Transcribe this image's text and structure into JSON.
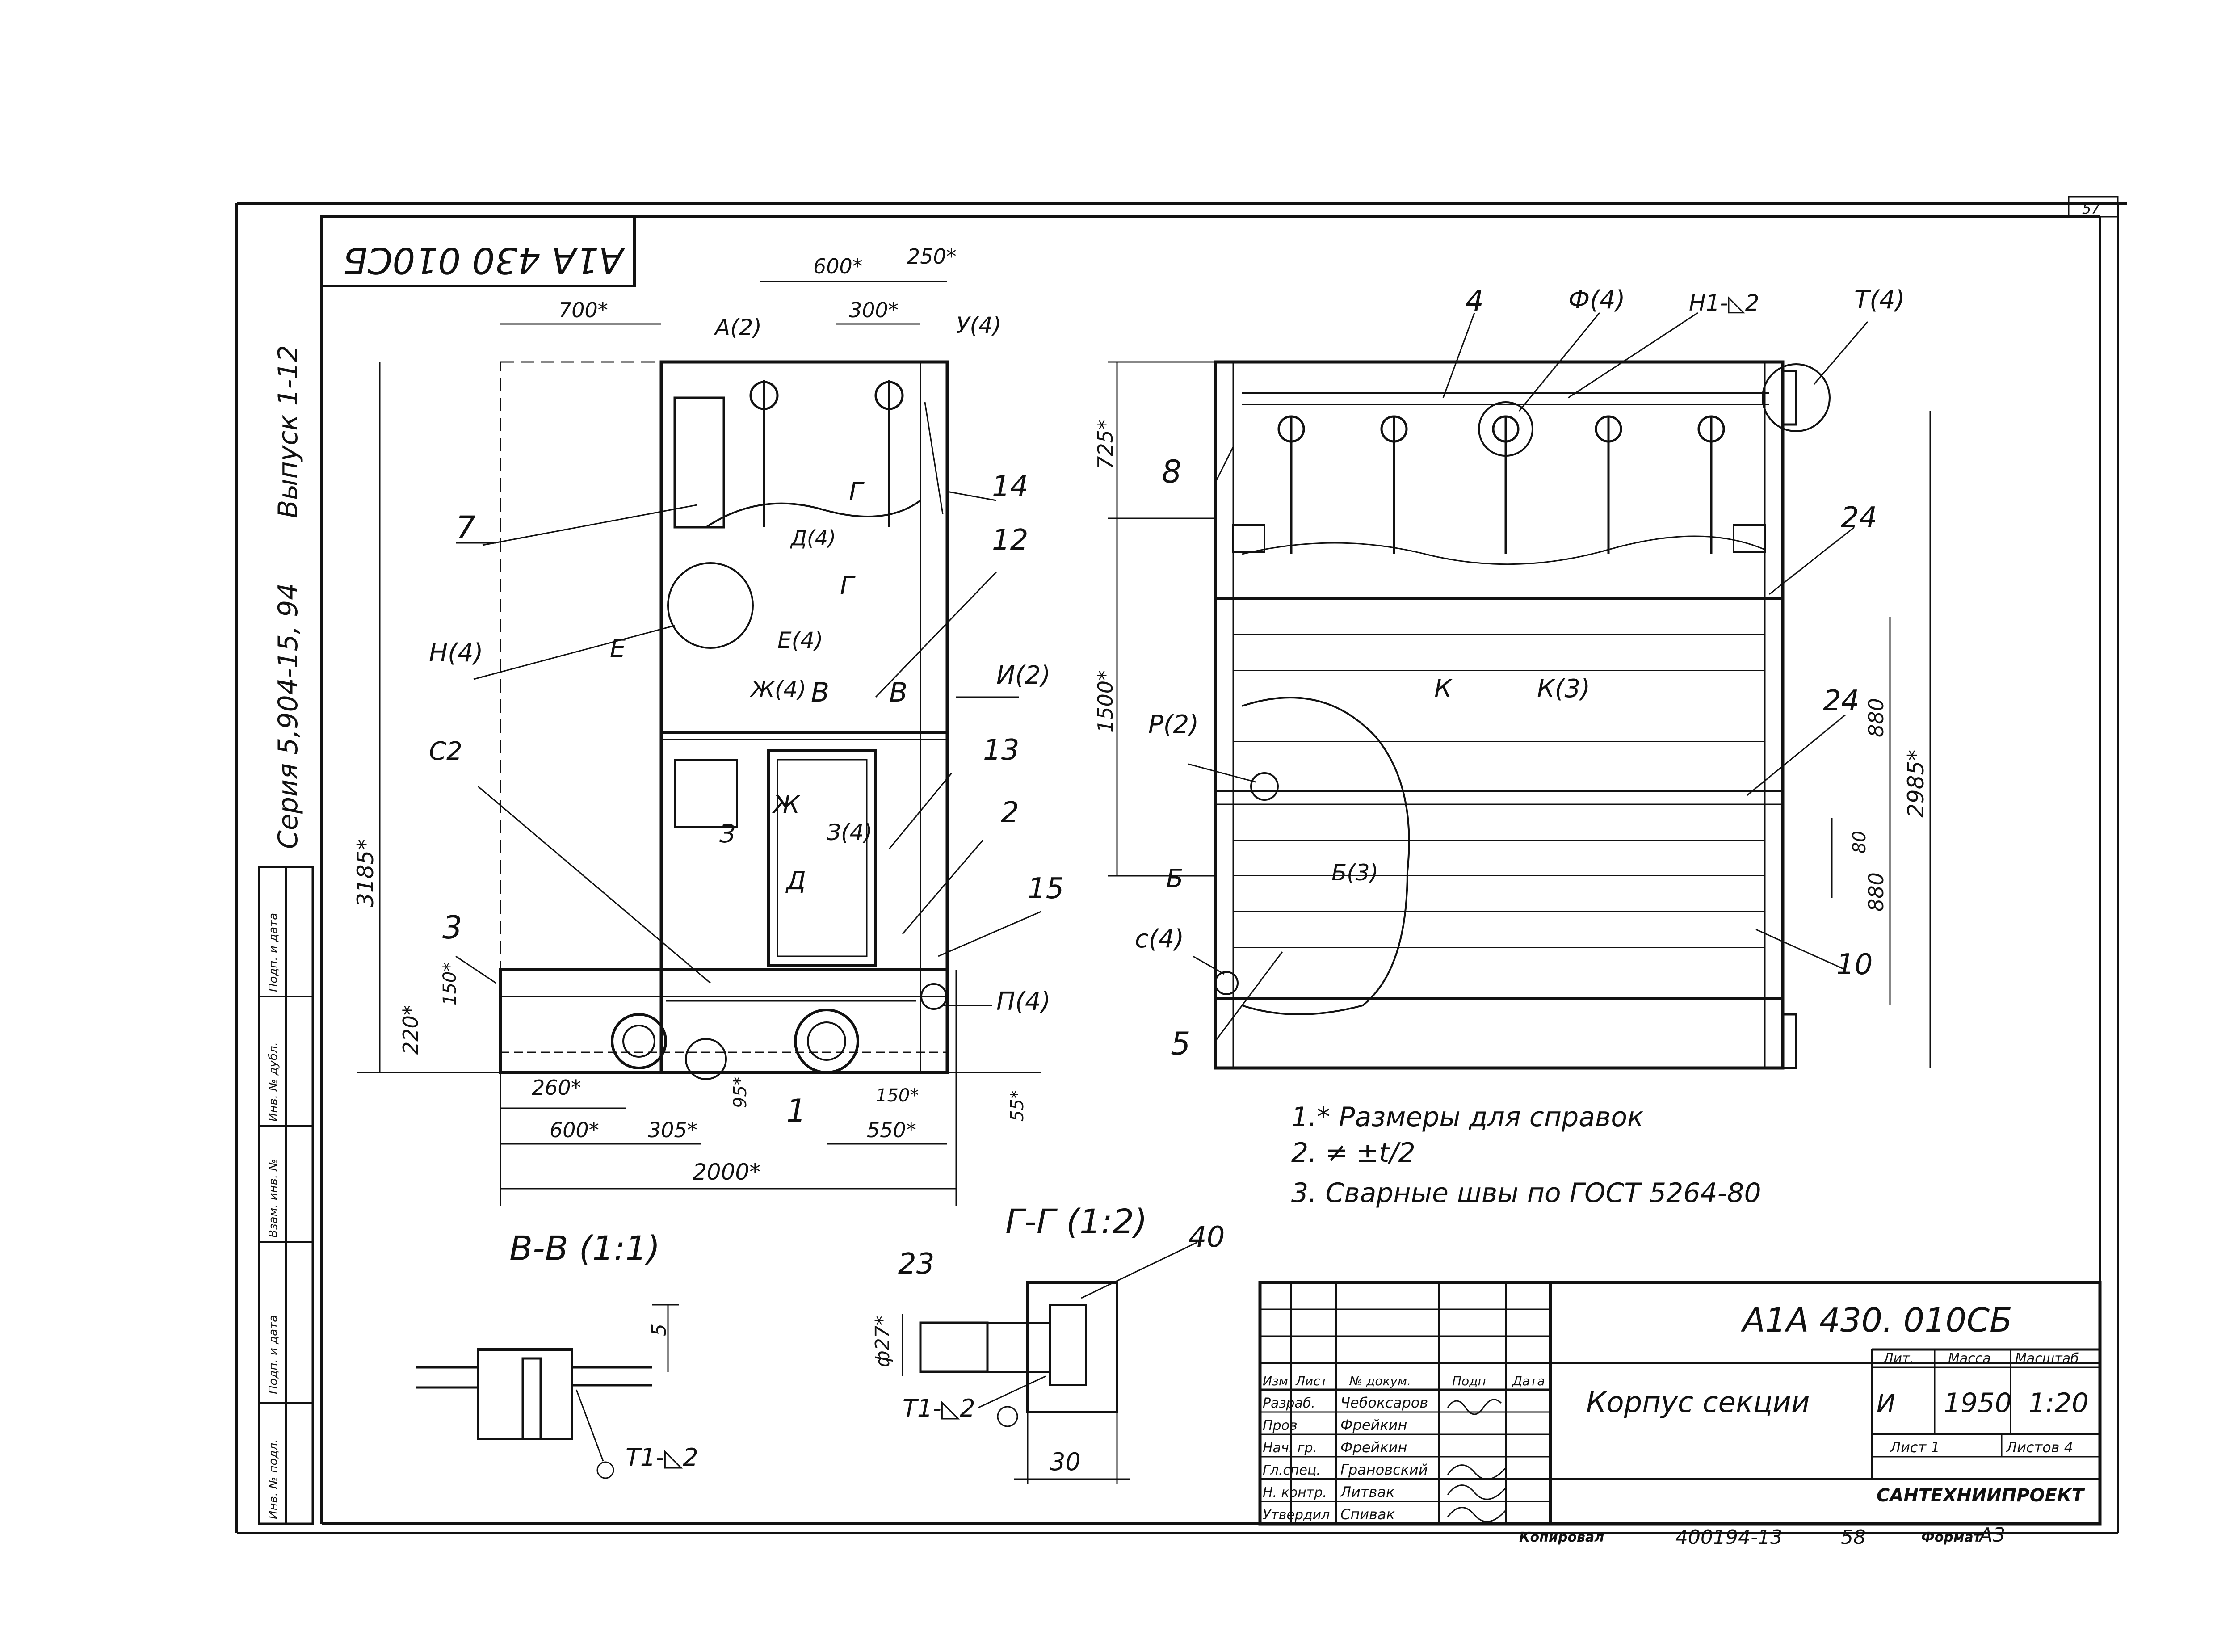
{
  "sheet_number": "57",
  "code_upside": "А1А 430 010СБ",
  "vertical": {
    "series": "Серия 5,904-15, 94",
    "issue": "Выпуск 1-12"
  },
  "left_side_stamp": [
    "Инв. № подл.",
    "Подп. и дата",
    "Взам. инв. №",
    "Инв. № дубл.",
    "Подп. и дата"
  ],
  "left_view": {
    "dims": {
      "d700": "700*",
      "d600a": "600*",
      "d250": "250*",
      "d300": "300*",
      "d3185": "3185*",
      "d220": "220*",
      "d150v": "150*",
      "d260": "260*",
      "d600b": "600*",
      "d305": "305*",
      "d150h": "150*",
      "d550": "550*",
      "d2000": "2000*",
      "d55": "55*",
      "d95": "95*"
    },
    "callouts": {
      "A2": "А(2)",
      "U4": "У(4)",
      "n7": "7",
      "n14": "14",
      "n12": "12",
      "G": "Г",
      "G2": "Г",
      "D4": "Д(4)",
      "H4": "Н(4)",
      "E": "Е",
      "E4": "Е(4)",
      "Zh4": "Ж(4)",
      "B": "В",
      "B2": "В",
      "I2": "И(2)",
      "C2": "С2",
      "n13": "13",
      "Zh": "Ж",
      "Z": "З",
      "Z4": "З(4)",
      "D": "Д",
      "n2": "2",
      "n15": "15",
      "n3": "3",
      "P4": "П(4)",
      "n1": "1"
    }
  },
  "right_view": {
    "dims": {
      "d725": "725*",
      "d1500": "1500*",
      "d880a": "880",
      "d2985": "2985*",
      "d80": "80",
      "d880b": "880"
    },
    "callouts": {
      "n4": "4",
      "F4": "Ф(4)",
      "H1": "Н1-◺2",
      "T4": "Т(4)",
      "n8": "8",
      "n24a": "24",
      "K": "К",
      "K3": "К(3)",
      "n24b": "24",
      "R2": "Р(2)",
      "B": "Б",
      "B3": "Б(3)",
      "C4": "с(4)",
      "n10": "10",
      "n5": "5"
    }
  },
  "notes": [
    "1.* Размеры для справок",
    "2. ≠ ±t/2",
    "3. Сварные швы по ГОСТ 5264-80"
  ],
  "section_vv": {
    "title": "В-В (1:1)",
    "dim5": "5",
    "weld": "Т1-◺2"
  },
  "section_gg": {
    "title": "Г-Г (1:2)",
    "n23": "23",
    "n40": "40",
    "d27": "ф27*",
    "weld": "Т1-◺2",
    "d30": "30"
  },
  "title_block": {
    "code": "А1А 430. 010СБ",
    "name": "Корпус секции",
    "headers": [
      "Изм",
      "Лист",
      "№ докум.",
      "Подп",
      "Дата"
    ],
    "roles": [
      {
        "role": "Разраб.",
        "name": "Чебоксаров"
      },
      {
        "role": "Пров",
        "name": "Фрейкин"
      },
      {
        "role": "Нач. гр.",
        "name": "Фрейкин"
      },
      {
        "role": "Гл.спец.",
        "name": "Грановский"
      },
      {
        "role": "Н. контр.",
        "name": "Литвак"
      },
      {
        "role": "Утвердил",
        "name": "Спивак"
      }
    ],
    "lit_label": "Лит.",
    "mass_label": "Масса",
    "scale_label": "Масштаб",
    "lit": "И",
    "mass": "1950",
    "scale": "1:20",
    "sheet": "Лист 1",
    "sheets": "Листов 4",
    "org": "САНТЕХНИИПРОЕКТ"
  },
  "bottom": {
    "copied": "Копировал",
    "inv": "400194-13",
    "page": "58",
    "format_label": "Формат",
    "format": "А3"
  }
}
